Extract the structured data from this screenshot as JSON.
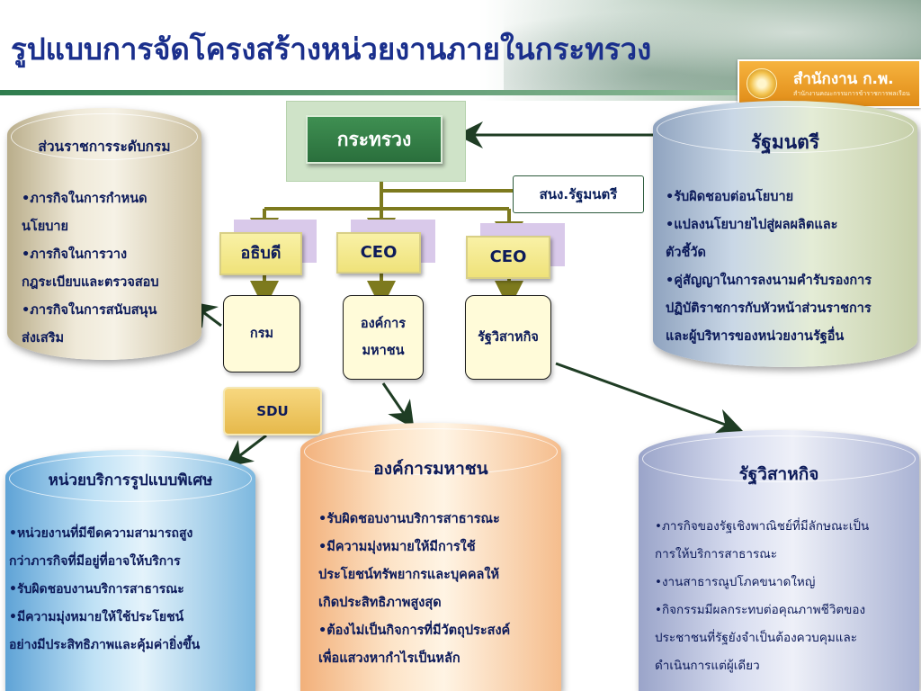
{
  "title": "รูปแบบการจัดโครงสร้างหน่วยงานภายในกระทรวง",
  "logo": {
    "name": "สำนักงาน ก.พ.",
    "subtitle": "สำนักงานคณะกรรมการข้าราชการพลเรือน",
    "seal_icon": "garuda-seal-icon"
  },
  "colors": {
    "title": "#1a2f8c",
    "ministry_box": "#2a6f3c",
    "connector_olive": "#7d7a1e",
    "arrow_dark": "#1f3d24",
    "logo_orange": "#e08b16"
  },
  "nodes": {
    "ministry": "กระทรวง",
    "pm_office": "สนง.รัฐมนตรี",
    "director_general": "อธิบดี",
    "ceo_1": "CEO",
    "ceo_2": "CEO",
    "department": "กรม",
    "public_org": [
      "องค์การ",
      "มหาชน"
    ],
    "state_enterprise": "รัฐวิสาหกิจ",
    "sdu": "SDU"
  },
  "cylinders": {
    "dept_level": {
      "title": "ส่วนราชการระดับกรม",
      "lines": [
        "•ภารกิจในการกำหนด",
        "นโยบาย",
        "•ภารกิจในการวาง",
        "กฎระเบียบและตรวจสอบ",
        "•ภารกิจในการสนับสนุน",
        "ส่งเสริม"
      ]
    },
    "minister": {
      "title": "รัฐมนตรี",
      "lines": [
        "•รับผิดชอบต่อนโยบาย",
        "•แปลงนโยบายไปสู่ผลผลิตและ",
        "ตัวชี้วัด",
        "•คู่สัญญาในการลงนามคำรับรองการ",
        "ปฏิบัติราชการกับหัวหน้าส่วนราชการ",
        "และผู้บริหารของหน่วยงานรัฐอื่น"
      ]
    },
    "special_unit": {
      "title": "หน่วยบริการรูปแบบพิเศษ",
      "lines": [
        "•หน่วยงานที่มีขีดความสามารถสูง",
        "กว่าภารกิจที่มีอยู่ที่อาจให้บริการ",
        "•รับผิดชอบงานบริการสาธารณะ",
        "•มีความมุ่งหมายให้ใช้ประโยชน์",
        "อย่างมีประสิทธิภาพและคุ้มค่ายิ่งขึ้น"
      ]
    },
    "public_org": {
      "title": "องค์การมหาชน",
      "lines": [
        "•รับผิดชอบงานบริการสาธารณะ",
        "•มีความมุ่งหมายให้มีการใช้",
        "ประโยชน์ทรัพยากรและบุคคลให้",
        "เกิดประสิทธิภาพสูงสุด",
        "•ต้องไม่เป็นกิจการที่มีวัตถุประสงค์",
        "เพื่อแสวงหากำไรเป็นหลัก"
      ]
    },
    "state_enterprise": {
      "title": "รัฐวิสาหกิจ",
      "lines": [
        "•ภารกิจของรัฐเชิงพาณิชย์ที่มีลักษณะเป็น",
        "การให้บริการสาธารณะ",
        "•งานสาธารณูปโภคขนาดใหญ่",
        "•กิจกรรมมีผลกระทบต่อคุณภาพชีวิตของ",
        "ประชาชนที่รัฐยังจำเป็นต้องควบคุมและ",
        "ดำเนินการแต่ผู้เดียว"
      ]
    }
  }
}
